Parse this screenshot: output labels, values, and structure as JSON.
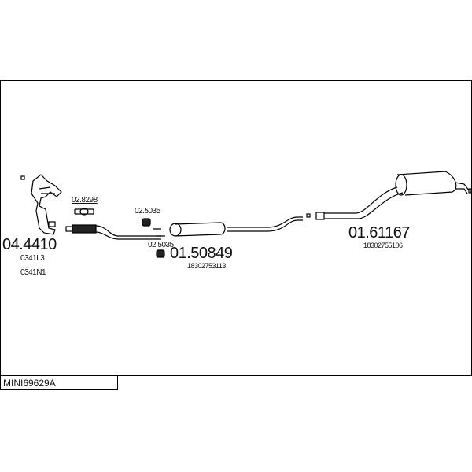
{
  "diagram_id": "MINI69629A",
  "parts": [
    {
      "number": "04.4410",
      "refs": [
        "0341L3",
        "0341N1"
      ]
    },
    {
      "number": "02.8298",
      "refs": []
    },
    {
      "number": "02.5035",
      "refs": []
    },
    {
      "number": "02.5035",
      "refs": []
    },
    {
      "number": "01.50849",
      "refs": [
        "18302753113"
      ]
    },
    {
      "number": "01.61167",
      "refs": [
        "18302755106"
      ]
    }
  ]
}
